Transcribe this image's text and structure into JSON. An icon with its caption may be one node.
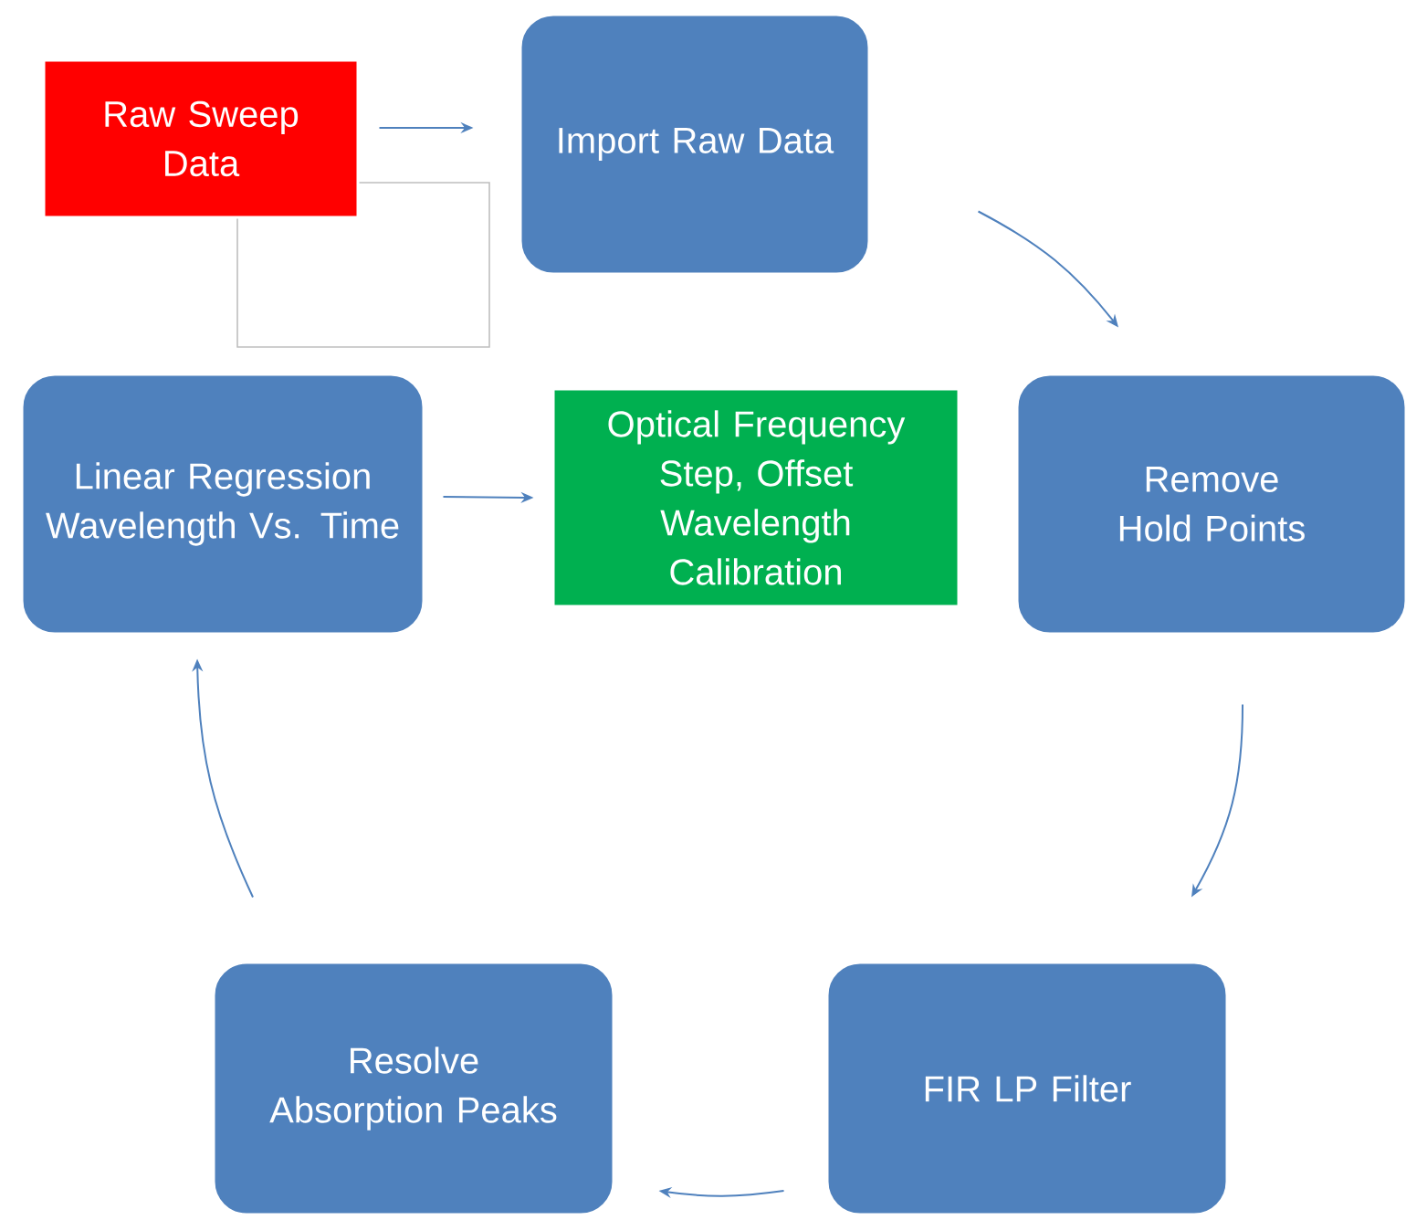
{
  "diagram": {
    "nodes": [
      {
        "text": [
          "Raw Sweep Data"
        ]
      },
      {
        "text": [
          "Import Raw Data"
        ]
      },
      {
        "text": [
          "Remove Hold Points"
        ]
      },
      {
        "text": [
          "FIR LP Filter"
        ]
      },
      {
        "text": [
          "Resolve Absorption Peaks"
        ]
      },
      {
        "text": [
          "Linear Regression Wavelength Vs. Time"
        ]
      },
      {
        "text": [
          "Optical Frequency Step, Offset Wavelength Calibration"
        ]
      }
    ],
    "edges": [
      {
        "from": 0,
        "to": 1,
        "arrow": "to"
      },
      {
        "from": 1,
        "to": 2,
        "arrow": "to"
      },
      {
        "from": 2,
        "to": 3,
        "arrow": "to"
      },
      {
        "from": 3,
        "to": 4,
        "arrow": "to"
      },
      {
        "from": 4,
        "to": 5,
        "arrow": "to"
      },
      {
        "from": 5,
        "to": 6,
        "arrow": "to"
      }
    ]
  }
}
